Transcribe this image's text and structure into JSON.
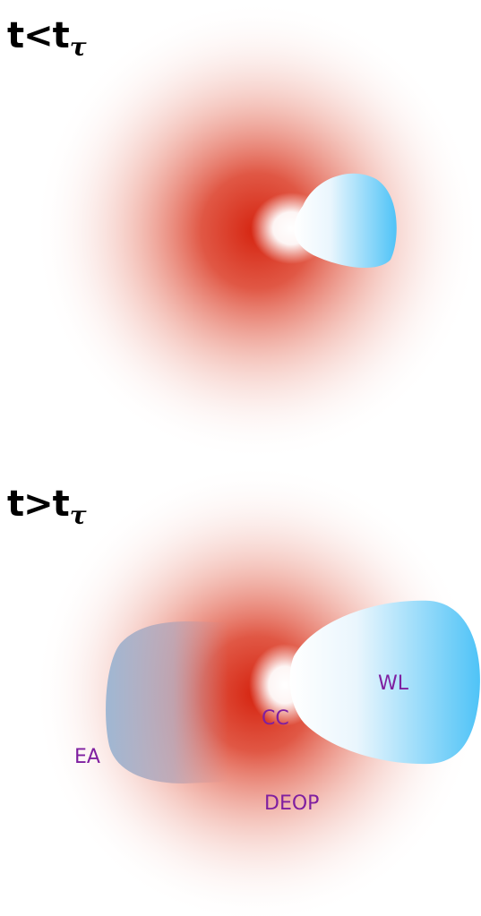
{
  "panels": [
    {
      "title_main": "t<t",
      "title_sub": "τ"
    },
    {
      "title_main": "t>t",
      "title_sub": "τ",
      "labels": {
        "wl": "WL",
        "cc": "CC",
        "ea": "EA",
        "deop": "DEOP"
      }
    }
  ],
  "colors": {
    "glow_red": "#d5230f",
    "lobe_blue": "#4fc3f7",
    "ea_blue": "#9fb7d3",
    "label_purple": "#7f1fa0"
  }
}
